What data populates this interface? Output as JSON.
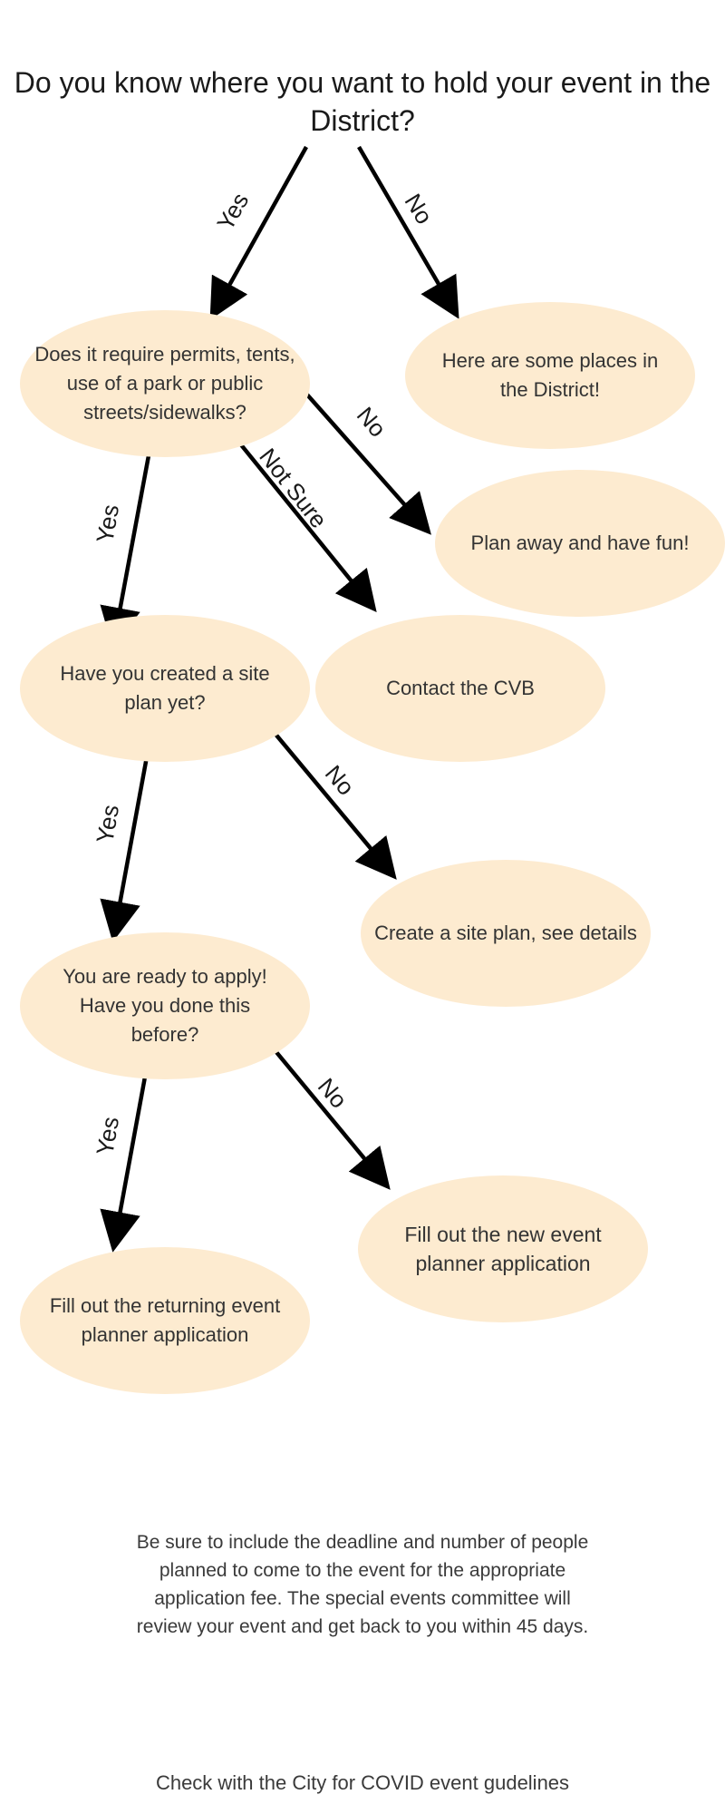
{
  "title": "Do you know where you want to hold your event in the District?",
  "nodes": {
    "permits": "Does it require permits, tents, use of a park or public streets/sidewalks?",
    "places": "Here are some places in the District!",
    "plan_away": "Plan away and have fun!",
    "site_plan_question": "Have you created a site plan yet?",
    "contact_cvb": "Contact the CVB",
    "create_site_plan": "Create a site plan, see details",
    "ready_to_apply": "You are ready to apply! Have you done this before?",
    "new_event": "Fill out the new event planner application",
    "returning_event": "Fill out the returning event planner application"
  },
  "edges": {
    "title_yes": "Yes",
    "title_no": "No",
    "permits_no": "No",
    "permits_not_sure": "Not Sure",
    "permits_yes": "Yes",
    "site_plan_yes": "Yes",
    "site_plan_no": "No",
    "apply_yes": "Yes",
    "apply_no": "No"
  },
  "footer": {
    "note": "Be sure to include the deadline and number of people planned to come to the event for the appropriate application fee. The special events committee will review your event and get back to you within 45 days.",
    "covid": "Check with the City for COVID event gudelines"
  },
  "colors": {
    "node_fill": "#fdebd0",
    "arrow": "#000000"
  }
}
